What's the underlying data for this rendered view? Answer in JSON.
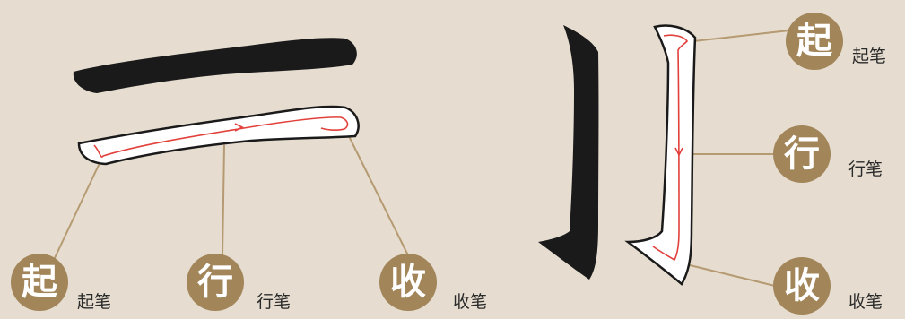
{
  "colors": {
    "background": "#e6ddd0",
    "ink": "#1a1a1a",
    "outline_fill": "#ffffff",
    "stroke_path": "#e2403b",
    "badge": "#a28558",
    "leader_line": "#b59a72",
    "label_text": "#2a2a2a"
  },
  "horizontal_stroke": {
    "start": {
      "badge": "起",
      "label": "起笔"
    },
    "middle": {
      "badge": "行",
      "label": "行笔"
    },
    "end": {
      "badge": "收",
      "label": "收笔"
    }
  },
  "vertical_stroke": {
    "start": {
      "badge": "起",
      "label": "起笔"
    },
    "middle": {
      "badge": "行",
      "label": "行笔"
    },
    "end": {
      "badge": "收",
      "label": "收笔"
    }
  }
}
